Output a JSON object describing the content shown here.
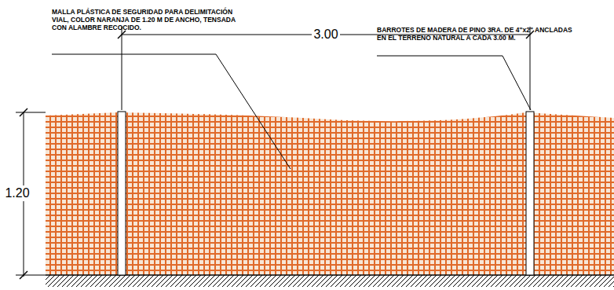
{
  "diagram": {
    "labels": [
      "MALLA PLÁSTICA DE SEGURIDAD PARA DELIMITACIÓN VIAL, COLOR NARANJA DE 1.20 M DE ANCHO, TENSADA CON ALAMBRE RECOCIDO.",
      "BARROTES DE MADERA DE PINO 3RA. DE 4\"x2\" ANCLADAS EN EL TERRENO NATURAL A CADA 3.00 M.",
      "3.00",
      "1.20"
    ]
  }
}
